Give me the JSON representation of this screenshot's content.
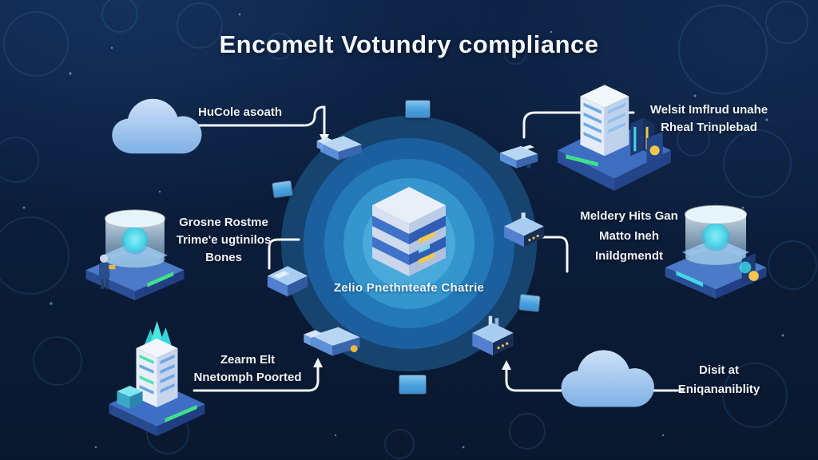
{
  "title": "Encomelt Votundry compliance",
  "hub": {
    "label": "Zelio Pnethnteafe Chatrie",
    "icon": "server-stack-icon",
    "ring_colors": [
      "#16446f",
      "#1c5f9f",
      "#2379b8",
      "#3595cd",
      "#48a9da"
    ]
  },
  "nodes": {
    "top_left": {
      "icon": "cloud-icon",
      "lines": [
        "HuCole asoath"
      ]
    },
    "top_right": {
      "icon": "server-building-icon",
      "lines": [
        "Welsit Imflrud unahe",
        "Rheal Trinplebad"
      ]
    },
    "mid_left": {
      "icon": "hologram-dome-icon",
      "lines": [
        "Grosne Rostme",
        "Trime'e ugtinilos",
        "Bones"
      ]
    },
    "mid_right": {
      "icon": "hologram-dome-icon",
      "lines": [
        "Meldery Hits Gan",
        "Matto Ineh",
        "Inildgmendt"
      ]
    },
    "bottom_left": {
      "icon": "crystal-tower-icon",
      "lines": [
        "Zearm Elt",
        "Nnetomph Poorted"
      ]
    },
    "bottom_right": {
      "icon": "cloud-icon",
      "lines": [
        "Disit at",
        "Eniqananiblity"
      ]
    }
  },
  "colors": {
    "background": "#0b1c38",
    "title_text": "#f4f7fb",
    "label_text": "#eef3fa",
    "connector": "#f3f7fb",
    "hologram": "#3fd9e8",
    "progress_bar": "#3fe08a",
    "tag_yellow": "#f2c84b",
    "cloud": "#8ab5e8"
  }
}
